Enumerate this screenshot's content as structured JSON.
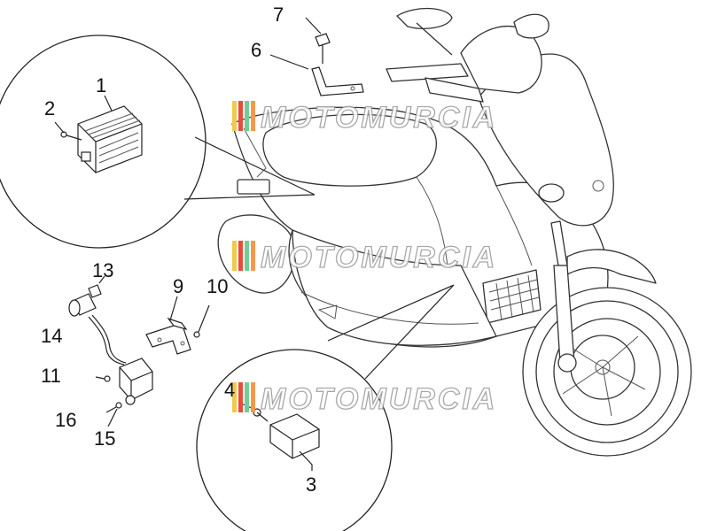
{
  "callouts": {
    "c1": "1",
    "c2": "2",
    "c3": "3",
    "c4": "4",
    "c6": "6",
    "c7": "7",
    "c9": "9",
    "c10": "10",
    "c11": "11",
    "c13": "13",
    "c14": "14",
    "c15": "15",
    "c16": "16"
  },
  "watermark": {
    "text": "MOTOMURCIA",
    "stripe_colors": [
      "#f2c94c",
      "#e74c3c",
      "#6fcf97",
      "#f2994a"
    ]
  }
}
